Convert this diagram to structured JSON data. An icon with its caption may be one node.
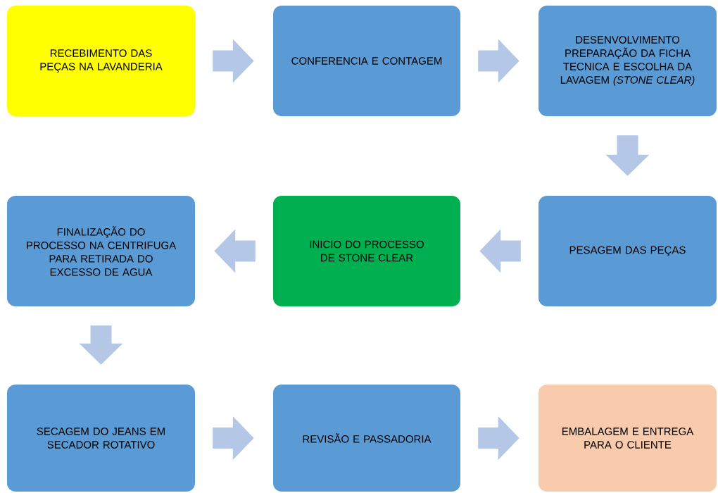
{
  "diagram": {
    "nodes": [
      {
        "text": [
          "RECEBIMENTO DAS PEÇAS NA LAVANDERIA"
        ]
      },
      {
        "text": [
          "CONFERENCIA E CONTAGEM"
        ]
      },
      {
        "text": [
          "DESENVOLVIMENTO PREPARAÇÃO DA FICHA TECNICA E ESCOLHA DA LAVAGEM *(STONE CLEAR)*"
        ]
      },
      {
        "text": [
          "FINALIZAÇÃO DO PROCESSO NA CENTRIFUGA PARA RETIRADA DO EXCESSO DE AGUA"
        ]
      },
      {
        "text": [
          "INICIO DO PROCESSO DE STONE CLEAR"
        ]
      },
      {
        "text": [
          "PESAGEM DAS PEÇAS"
        ]
      },
      {
        "text": [
          "SECAGEM DO JEANS EM SECADOR ROTATIVO"
        ]
      },
      {
        "text": [
          "REVISÃO E PASSADORIA"
        ]
      },
      {
        "text": [
          "EMBALAGEM E ENTREGA PARA O CLIENTE"
        ]
      }
    ],
    "edges": [
      {
        "from": 0,
        "to": 1,
        "arrow": "to"
      },
      {
        "from": 1,
        "to": 2,
        "arrow": "to"
      },
      {
        "from": 2,
        "to": 5,
        "arrow": "to"
      },
      {
        "from": 5,
        "to": 4,
        "arrow": "to"
      },
      {
        "from": 4,
        "to": 3,
        "arrow": "to"
      },
      {
        "from": 3,
        "to": 6,
        "arrow": "to"
      },
      {
        "from": 6,
        "to": 7,
        "arrow": "to"
      },
      {
        "from": 7,
        "to": 8,
        "arrow": "to"
      }
    ]
  }
}
